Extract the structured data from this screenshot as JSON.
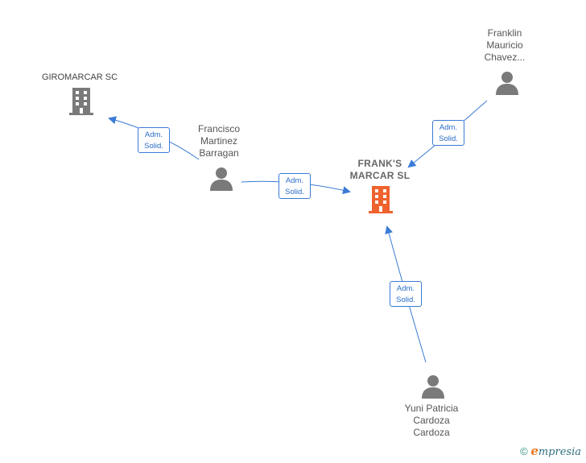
{
  "colors": {
    "edge": "#3a7bd5",
    "person": "#7a7a7a",
    "company": "#7a7a7a",
    "focus_company": "#f0622d"
  },
  "nodes": {
    "giromarcar": {
      "name": "GIROMARCAR SC",
      "icon": "building-icon"
    },
    "focus": {
      "name_line1": "FRANK'S",
      "name_line2": "MARCAR  SL",
      "icon": "building-icon"
    },
    "francisco": {
      "line1": "Francisco",
      "line2": "Martinez",
      "line3": "Barragan",
      "icon": "person-icon"
    },
    "franklin": {
      "line1": "Franklin",
      "line2": "Mauricio",
      "line3": "Chavez...",
      "icon": "person-icon"
    },
    "yuni": {
      "line1": "Yuni Patricia",
      "line2": "Cardoza",
      "line3": "Cardoza",
      "icon": "person-icon"
    }
  },
  "edges": [
    {
      "from": "francisco",
      "to": "giromarcar",
      "role_line1": "Adm.",
      "role_line2": "Solid."
    },
    {
      "from": "francisco",
      "to": "focus",
      "role_line1": "Adm.",
      "role_line2": "Solid."
    },
    {
      "from": "franklin",
      "to": "focus",
      "role_line1": "Adm.",
      "role_line2": "Solid."
    },
    {
      "from": "yuni",
      "to": "focus",
      "role_line1": "Adm.",
      "role_line2": "Solid."
    }
  ],
  "footer": {
    "copyright_symbol": "©",
    "brand_initial": "e",
    "brand_rest": "mpresia"
  }
}
